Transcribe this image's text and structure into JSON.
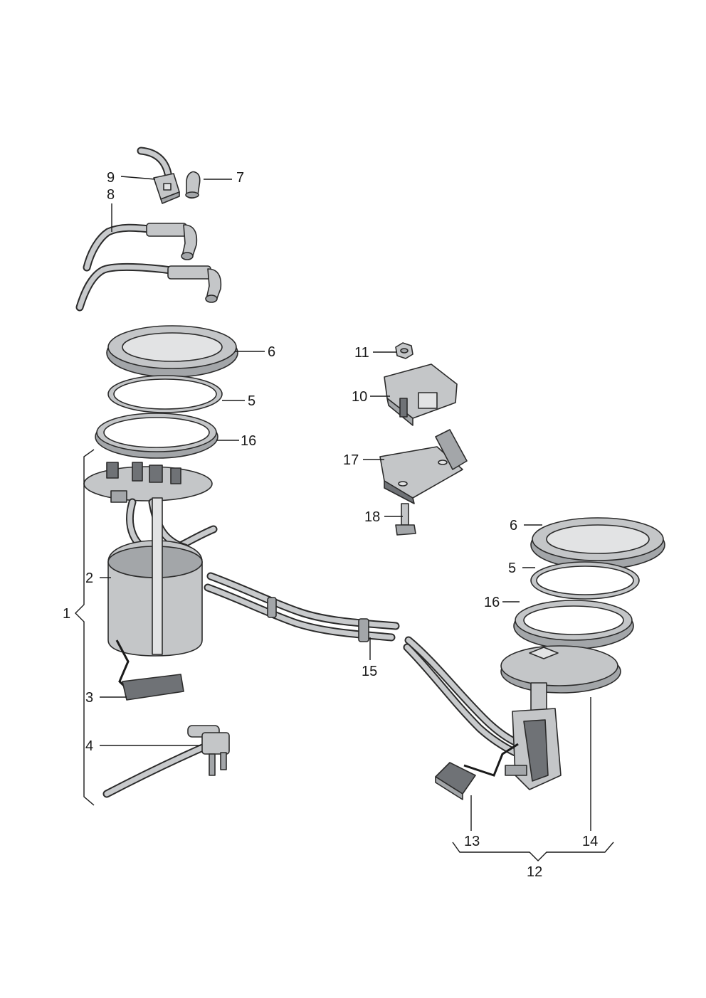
{
  "diagram": {
    "callouts": [
      {
        "id": "c9",
        "text": "9"
      },
      {
        "id": "c7",
        "text": "7"
      },
      {
        "id": "c8",
        "text": "8"
      },
      {
        "id": "c6a",
        "text": "6"
      },
      {
        "id": "c5a",
        "text": "5"
      },
      {
        "id": "c16a",
        "text": "16"
      },
      {
        "id": "c11",
        "text": "11"
      },
      {
        "id": "c10",
        "text": "10"
      },
      {
        "id": "c17",
        "text": "17"
      },
      {
        "id": "c18",
        "text": "18"
      },
      {
        "id": "c1",
        "text": "1"
      },
      {
        "id": "c2",
        "text": "2"
      },
      {
        "id": "c3",
        "text": "3"
      },
      {
        "id": "c4",
        "text": "4"
      },
      {
        "id": "c15",
        "text": "15"
      },
      {
        "id": "c6b",
        "text": "6"
      },
      {
        "id": "c5b",
        "text": "5"
      },
      {
        "id": "c16b",
        "text": "16"
      },
      {
        "id": "c13",
        "text": "13"
      },
      {
        "id": "c14",
        "text": "14"
      },
      {
        "id": "c12",
        "text": "12"
      }
    ]
  }
}
